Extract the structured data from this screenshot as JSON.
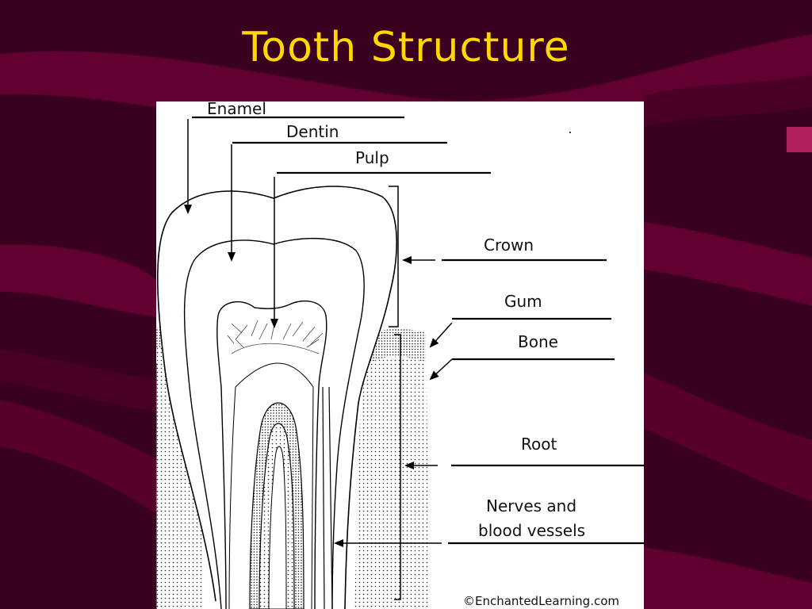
{
  "slide": {
    "title": "Tooth Structure",
    "title_color": "#ffd800",
    "background_color": "#3a0020"
  },
  "diagram": {
    "labels": {
      "enamel": "Enamel",
      "dentin": "Dentin",
      "pulp": "Pulp",
      "crown": "Crown",
      "gum": "Gum",
      "bone": "Bone",
      "root": "Root",
      "nerves_line1": "Nerves and",
      "nerves_line2": "blood vessels"
    },
    "credit": "©EnchantedLearning.com"
  }
}
